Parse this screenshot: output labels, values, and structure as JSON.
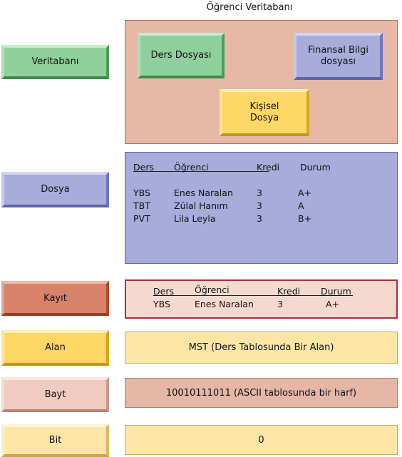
{
  "title": "Öğrenci Veritabanı",
  "levels": {
    "veritabani": "Veritabanı",
    "dosya": "Dosya",
    "kayit": "Kayıt",
    "alan": "Alan",
    "bayt": "Bayt",
    "bit": "Bit"
  },
  "database_files": {
    "ders": "Ders Dosyası",
    "finansal_line1": "Finansal Bilgi",
    "finansal_line2": "dosyası",
    "kisisel_line1": "Kişisel",
    "kisisel_line2": "Dosya"
  },
  "file_table": {
    "headers": [
      "Ders",
      "Öğrenci",
      "Kredi",
      "Durum"
    ],
    "rows": [
      [
        "YBS",
        "Enes Naralan",
        "3",
        "A+"
      ],
      [
        "TBT",
        "Zülal Hanım",
        "3",
        "A"
      ],
      [
        "PVT",
        "Lila Leyla",
        "3",
        "B+"
      ]
    ]
  },
  "record_table": {
    "headers": [
      "Ders",
      "Öğrenci",
      "Kredi",
      "Durum"
    ],
    "row": [
      "YBS",
      "Enes Naralan",
      "3",
      "A+"
    ]
  },
  "field_text": "MST (Ders Tablosunda Bir Alan)",
  "byte_text": "10010111011 (ASCII tablosunda bir harf)",
  "bit_text": "0",
  "colors": {
    "green": "#8fcf9c",
    "purple": "#a7acdb",
    "red": "#d9826a",
    "yellow": "#ffd766",
    "salmon_panel": "#e7b8a6",
    "record_border": "#a8323a"
  }
}
